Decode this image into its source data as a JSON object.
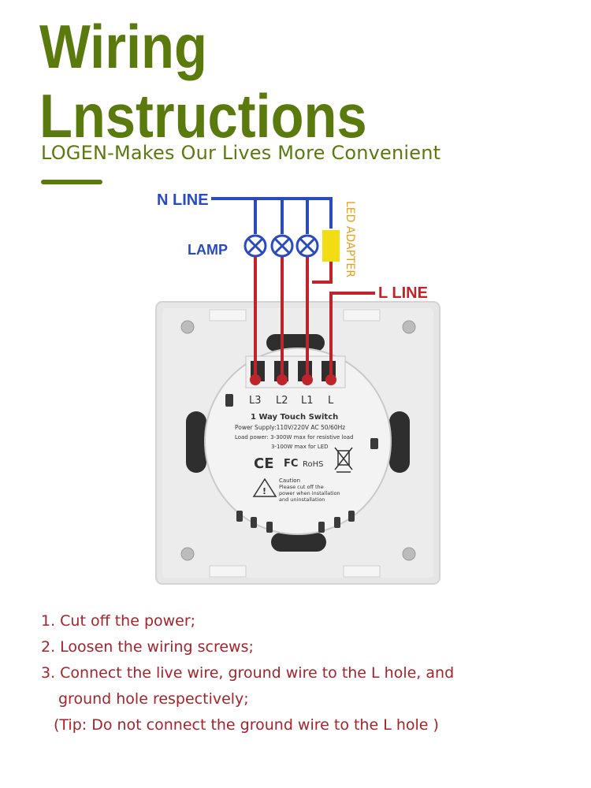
{
  "header": {
    "title_line1": "Wiring",
    "title_line2": "Lnstructions",
    "subtitle": "LOGEN-Makes Our Lives More Convenient"
  },
  "diagram": {
    "n_line": "N LINE",
    "lamp": "LAMP",
    "led_adapter": "LED ADAPTER",
    "l_line": "L LINE",
    "terminals": [
      "L3",
      "L2",
      "L1",
      "L"
    ],
    "label_title": "1  Way  Touch  Switch",
    "label_power": "Power Supply:110V/220V AC  50/60Hz",
    "label_load": "Load power: 3-300W max for resistive load",
    "label_led": "3-100W max for LED",
    "marks": [
      "CE",
      "FC",
      "RoHS"
    ],
    "caution_title": "Caution",
    "caution_lines": [
      "Please cut off the",
      "power when installation",
      "and uninstallation"
    ],
    "colors": {
      "neutral_wire": "#2a4bbd",
      "live_wire": "#c0242b",
      "led_adapter": "#f2dc14",
      "led_adapter_text": "#e6a01e",
      "brand_green": "#5a7a0e"
    }
  },
  "steps": {
    "step1": "1. Cut off the power;",
    "step2": "2. Loosen the wiring screws;",
    "step3a": "3. Connect the live wire, ground wire to the L hole, and",
    "step3b": "ground hole respectively;",
    "tip": "(Tip: Do not connect the ground wire to the L hole )"
  }
}
